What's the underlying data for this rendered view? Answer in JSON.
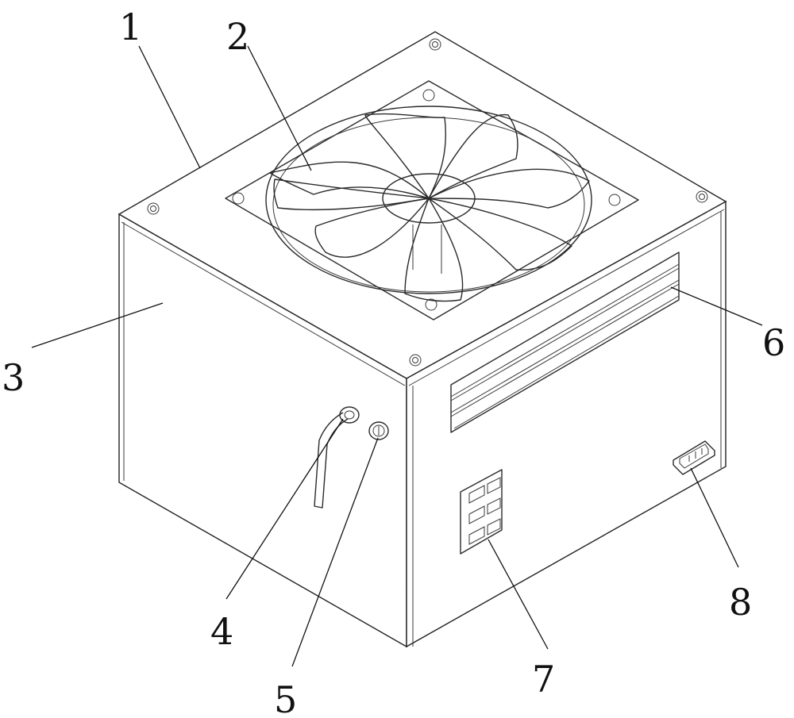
{
  "callouts": [
    {
      "id": "1",
      "text": "1"
    },
    {
      "id": "2",
      "text": "2"
    },
    {
      "id": "3",
      "text": "3"
    },
    {
      "id": "4",
      "text": "4"
    },
    {
      "id": "5",
      "text": "5"
    },
    {
      "id": "6",
      "text": "6"
    },
    {
      "id": "7",
      "text": "7"
    },
    {
      "id": "8",
      "text": "8"
    }
  ],
  "colors": {
    "line": "#222222",
    "background": "#ffffff"
  }
}
